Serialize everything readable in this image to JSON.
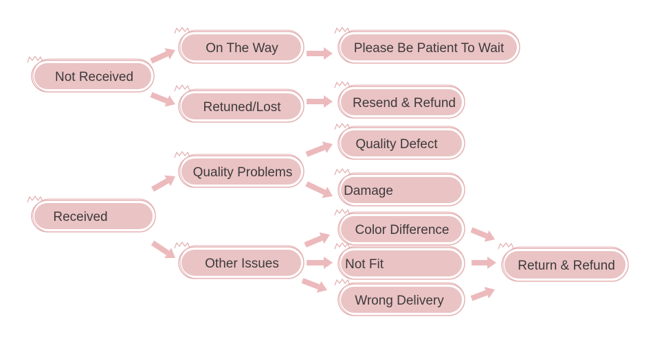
{
  "colors": {
    "node_fill": "#eac3c4",
    "node_outline": "#e5b1b3",
    "arrow": "#ecbabc",
    "text": "#3d3a3b",
    "background": "#ffffff"
  },
  "icons": [
    "crown-sketch-icon",
    "arrow-right-icon"
  ],
  "nodes": {
    "not_received": "Not Received",
    "on_the_way": "On The Way",
    "retuned_lost": "Retuned/Lost",
    "please_wait": "Please Be Patient To Wait",
    "resend_refund": "Resend & Refund",
    "received": "Received",
    "quality_problems": "Quality Problems",
    "other_issues": "Other Issues",
    "quality_defect": "Quality Defect",
    "damage": "Damage",
    "color_difference": "Color Difference",
    "not_fit": "Not Fit",
    "wrong_delivery": "Wrong Delivery",
    "return_refund": "Return & Refund"
  },
  "edges": [
    [
      "not_received",
      "on_the_way"
    ],
    [
      "not_received",
      "retuned_lost"
    ],
    [
      "on_the_way",
      "please_wait"
    ],
    [
      "retuned_lost",
      "resend_refund"
    ],
    [
      "received",
      "quality_problems"
    ],
    [
      "received",
      "other_issues"
    ],
    [
      "quality_problems",
      "quality_defect"
    ],
    [
      "quality_problems",
      "damage"
    ],
    [
      "other_issues",
      "color_difference"
    ],
    [
      "other_issues",
      "not_fit"
    ],
    [
      "other_issues",
      "wrong_delivery"
    ],
    [
      "color_difference",
      "return_refund"
    ],
    [
      "not_fit",
      "return_refund"
    ],
    [
      "wrong_delivery",
      "return_refund"
    ]
  ]
}
